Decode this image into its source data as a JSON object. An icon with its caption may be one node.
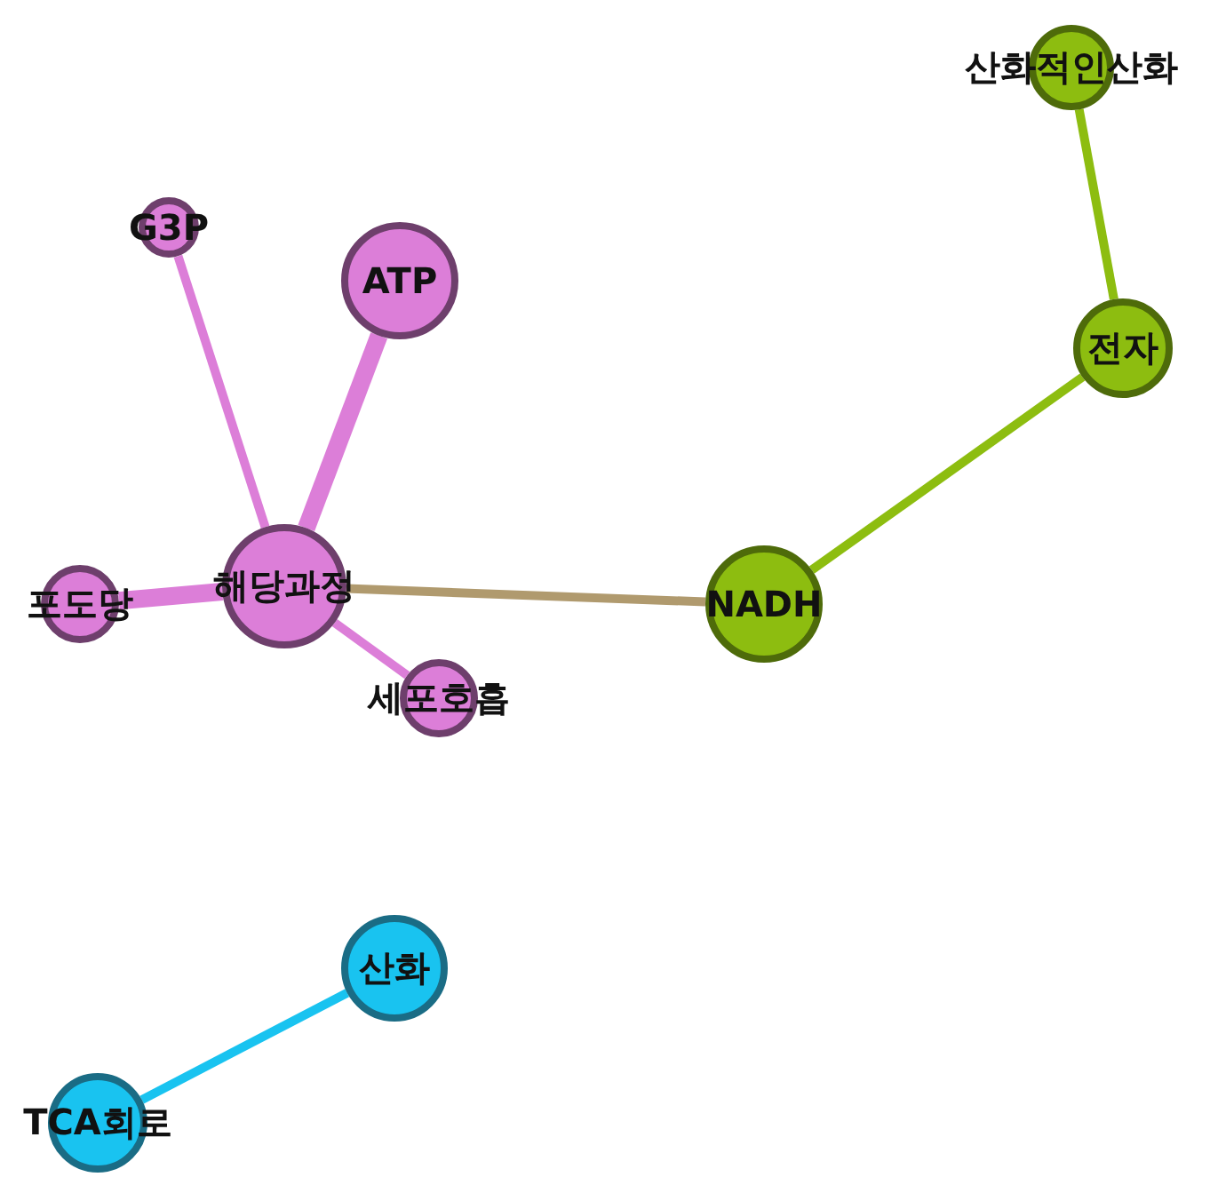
{
  "diagram": {
    "nodes": [
      {
        "text": [
          "G3P"
        ]
      },
      {
        "text": [
          "ATP"
        ]
      },
      {
        "text": [
          "해당과정"
        ]
      },
      {
        "text": [
          "포도당"
        ]
      },
      {
        "text": [
          "세포호흡"
        ]
      },
      {
        "text": [
          "NADH"
        ]
      },
      {
        "text": [
          "전자"
        ]
      },
      {
        "text": [
          "산화적인산화"
        ]
      },
      {
        "text": [
          "산화"
        ]
      },
      {
        "text": [
          "TCA회로"
        ]
      }
    ],
    "edges": [
      {
        "from": 2,
        "to": 0,
        "arrow": "none"
      },
      {
        "from": 2,
        "to": 1,
        "arrow": "none",
        "style": "thick"
      },
      {
        "from": 2,
        "to": 3,
        "arrow": "none",
        "style": "thick"
      },
      {
        "from": 2,
        "to": 4,
        "arrow": "none"
      },
      {
        "from": 2,
        "to": 5,
        "arrow": "none",
        "color": "#b09a6e"
      },
      {
        "from": 5,
        "to": 6,
        "arrow": "none",
        "color": "#8dbd10"
      },
      {
        "from": 6,
        "to": 7,
        "arrow": "none",
        "color": "#8dbd10"
      },
      {
        "from": 8,
        "to": 9,
        "arrow": "none",
        "color": "#19c3f0"
      }
    ]
  }
}
